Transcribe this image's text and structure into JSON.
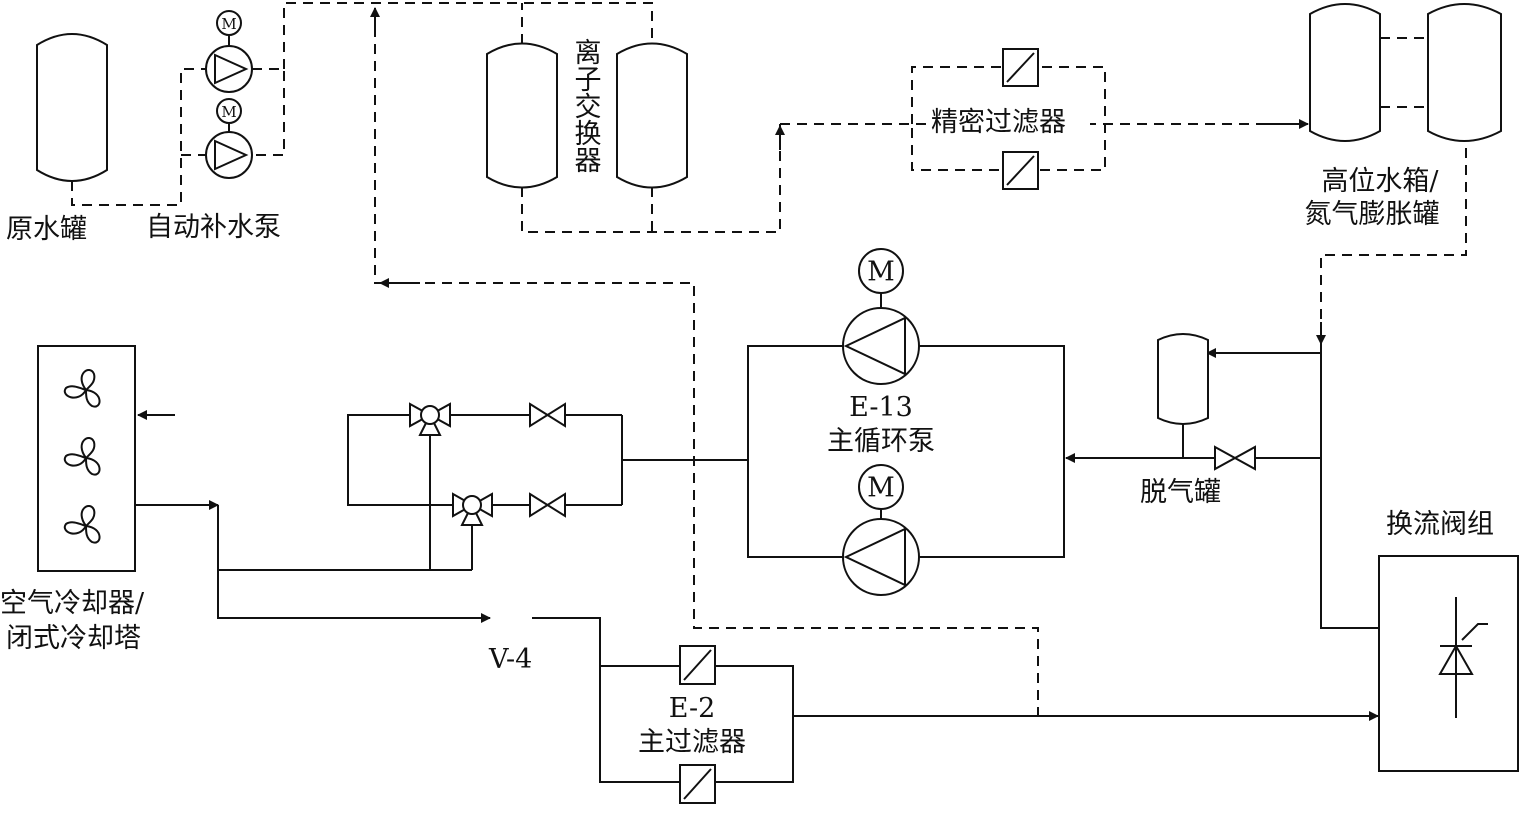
{
  "labels": {
    "raw_tank": "原水罐",
    "makeup_pump": "自动补水泵",
    "ion_exchanger": "离子交换器",
    "fine_filter": "精密过滤器",
    "high_tank_line1": "高位水箱/",
    "high_tank_line2": "氮气膨胀罐",
    "main_pump_id": "E-13",
    "main_pump_name": "主循环泵",
    "degas_tank": "脱气罐",
    "valve_group": "换流阀组",
    "cooler_line1": "空气冷却器/",
    "cooler_line2": "闭式冷却塔",
    "valve_v4": "V-4",
    "main_filter_id": "E-2",
    "main_filter_name": "主过滤器",
    "motor_symbol": "M"
  },
  "icons": [
    "motor-icon",
    "pump-icon",
    "gate-valve-icon",
    "three-way-valve-icon",
    "filter-icon",
    "fan-icon",
    "thyristor-icon",
    "tank-icon",
    "arrow-icon"
  ]
}
